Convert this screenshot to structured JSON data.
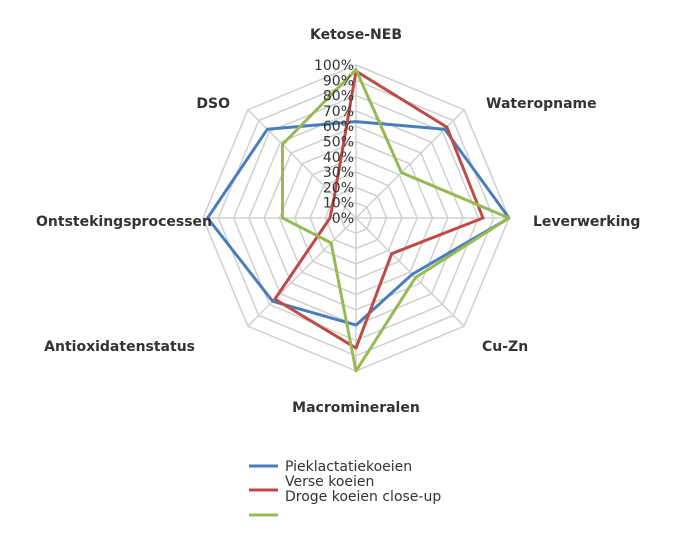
{
  "chart_data": {
    "type": "radar",
    "categories": [
      "Ketose-NEB",
      "Wateropname",
      "Leverwerking",
      "Cu-Zn",
      "Macromineralen",
      "Antioxidatenstatus",
      "Ontstekingsprocessen",
      "DSO"
    ],
    "r_range": [
      0,
      100
    ],
    "r_ticks": [
      "0%",
      "10%",
      "20%",
      "30%",
      "40%",
      "50%",
      "60%",
      "70%",
      "80%",
      "90%",
      "100%"
    ],
    "grid": true,
    "legend_position": "bottom",
    "series": [
      {
        "name": "Pieklactatiekoeien",
        "color": "#4a7ebb",
        "values": [
          63,
          82,
          100,
          52,
          70,
          77,
          97,
          82
        ]
      },
      {
        "name": "Verse koeien",
        "color": "#be4b48",
        "values": [
          96,
          84,
          83,
          33,
          85,
          75,
          17,
          20
        ]
      },
      {
        "name": "Droge koeien close-up",
        "color": "#98b954",
        "values": [
          97,
          42,
          100,
          55,
          100,
          23,
          48,
          68
        ]
      }
    ]
  }
}
